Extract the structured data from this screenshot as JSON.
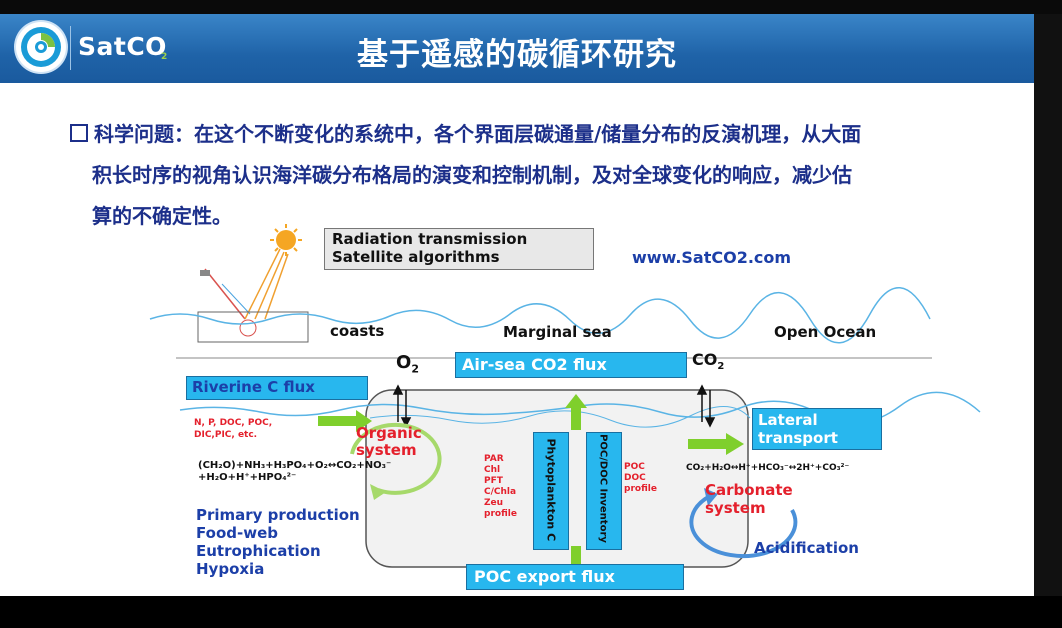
{
  "header": {
    "logo_text": "SatCO",
    "logo_sub": "2",
    "title": "基于遥感的碳循环研究"
  },
  "question": {
    "line1": "科学问题：在这个不断变化的系统中，各个界面层碳通量/储量分布的反演机理，从大面",
    "line2": "积长时序的视角认识海洋碳分布格局的演变和控制机制，及对全球变化的响应，减少估",
    "line3": "算的不确定性。"
  },
  "diagram": {
    "rt_line1": "Radiation transmission",
    "rt_line2": "Satellite algorithms",
    "website": "www.SatCO2.com",
    "coasts": "coasts",
    "marginal_sea": "Marginal sea",
    "open_ocean": "Open Ocean",
    "o2": "O",
    "o2_sub": "2",
    "co2": "CO",
    "co2_sub": "2",
    "air_sea_flux": "Air-sea CO2 flux",
    "riverine": "Riverine C flux",
    "nutrients_line1": "N, P, DOC, POC,",
    "nutrients_line2": "DIC,PIC, etc.",
    "organic_line1": "Organic",
    "organic_line2": "system",
    "reaction1": "(CH₂O)+NH₃+H₃PO₄+O₂↔CO₂+NO₃⁻",
    "reaction2": "+H₂O+H⁺+HPO₄²⁻",
    "par_list": [
      "PAR",
      "Chl",
      "PFT",
      "C/Chla",
      "Zeu",
      "profile"
    ],
    "phyto": "Phytoplankton C",
    "pocdoc": "POC/DOC Inventory",
    "poc_list": [
      "POC",
      "DOC",
      "profile"
    ],
    "lateral_line1": "Lateral",
    "lateral_line2": "transport",
    "carbonate_reaction": "CO₂+H₂O↔H⁺+HCO₃⁻↔2H⁺+CO₃²⁻",
    "carbonate_line1": "Carbonate",
    "carbonate_line2": "system",
    "acidification": "Acidification",
    "impacts": [
      "Primary production",
      "Food-web",
      "Eutrophication",
      "Hypoxia"
    ],
    "poc_export": "POC export flux"
  },
  "colors": {
    "header_blue": "#1f63a8",
    "box_cyan": "#28b7ee",
    "label_blue": "#1c3fa8",
    "red": "#e4202c",
    "arrow_green": "#7fcf2c"
  }
}
